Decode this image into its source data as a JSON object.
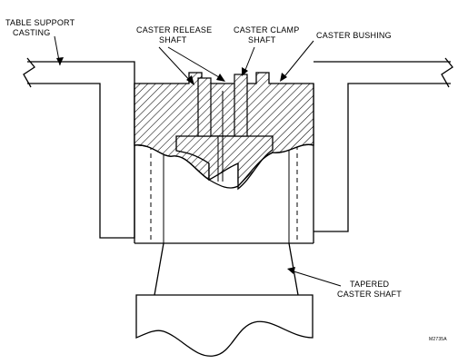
{
  "labels": {
    "table_support_casting": [
      "TABLE SUPPORT",
      "CASTING"
    ],
    "caster_release_shaft": [
      "CASTER RELEASE",
      "SHAFT"
    ],
    "caster_clamp_shaft": [
      "CASTER CLAMP",
      "SHAFT"
    ],
    "caster_bushing": "CASTER BUSHING",
    "tapered_caster_shaft": [
      "TAPERED",
      "CASTER SHAFT"
    ],
    "figure_code": "M2735A"
  }
}
